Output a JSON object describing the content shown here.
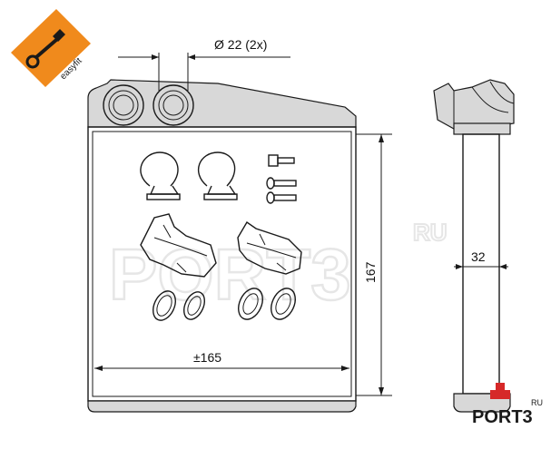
{
  "badge": {
    "text": "easyfit",
    "icon": "wrench-key-icon",
    "color": "#f08a1c"
  },
  "dimensions": {
    "diameter": "Ø 22 (2x)",
    "height": "167",
    "width": "±165",
    "depth": "32"
  },
  "watermark": {
    "main": "PORT3",
    "suffix": "RU"
  },
  "logo": {
    "text": "PORT3",
    "suffix": "RU",
    "accent": "#d62828"
  }
}
